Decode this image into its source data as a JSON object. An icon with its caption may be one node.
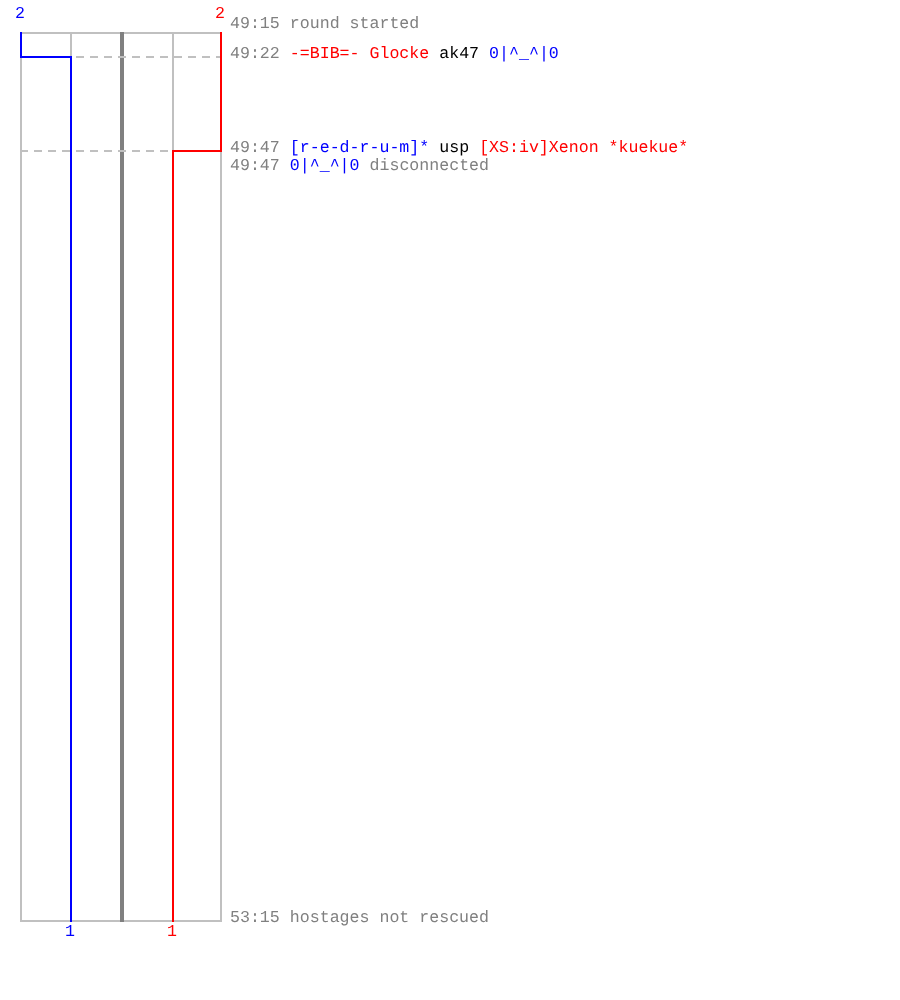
{
  "diagram": {
    "labels": [
      "2",
      "2",
      "49:15",
      "round started",
      "49:22",
      "-=BIB=- Glocke",
      "ak47",
      "0|^_^|0",
      "49:47",
      "[r-e-d-r-u-m]*",
      "usp",
      "[XS:iv]Xenon *kuekue*",
      "49:47",
      "0|^_^|0",
      "disconnected",
      "1",
      "1",
      "53:15",
      "hostages not rescued"
    ]
  }
}
